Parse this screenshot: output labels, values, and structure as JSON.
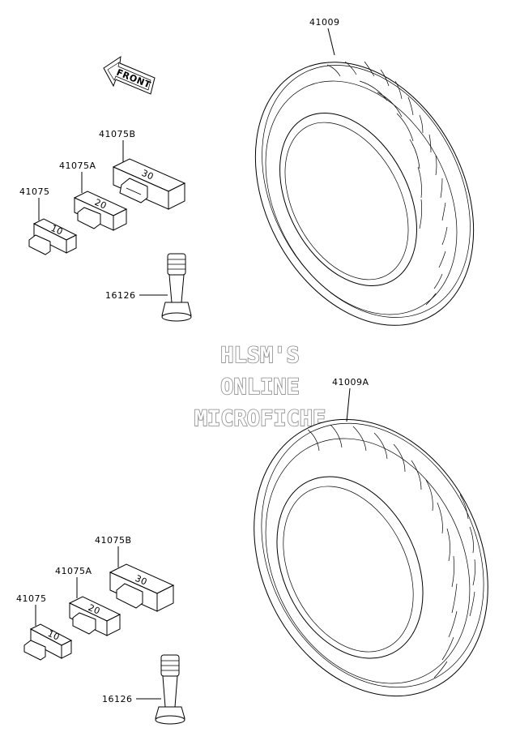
{
  "watermark": {
    "line1": "HLSM'S",
    "line2": "ONLINE",
    "line3": "MICROFICHE"
  },
  "front_arrow": {
    "text": "FRONT"
  },
  "top_group": {
    "tire_label": "41009",
    "weight_b": {
      "label": "41075B",
      "marking": "30"
    },
    "weight_a": {
      "label": "41075A",
      "marking": "20"
    },
    "weight": {
      "label": "41075",
      "marking": "10"
    },
    "valve_label": "16126"
  },
  "bottom_group": {
    "tire_label": "41009A",
    "weight_b": {
      "label": "41075B",
      "marking": "30"
    },
    "weight_a": {
      "label": "41075A",
      "marking": "20"
    },
    "weight": {
      "label": "41075",
      "marking": "10"
    },
    "valve_label": "16126"
  }
}
